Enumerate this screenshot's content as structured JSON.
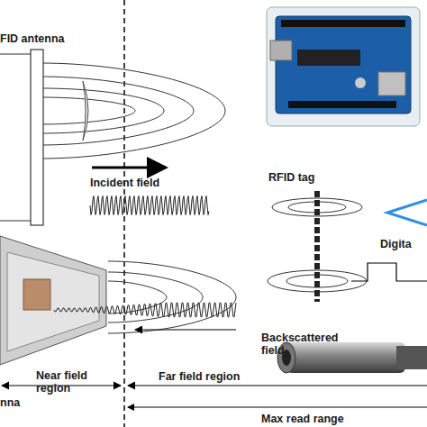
{
  "diagram": {
    "labels": [
      "FID antenna",
      "Incident field",
      "RFID tag",
      "Digita",
      "Backscattered field",
      "Near field region",
      "nna",
      "Far field region",
      "Max read range"
    ]
  }
}
